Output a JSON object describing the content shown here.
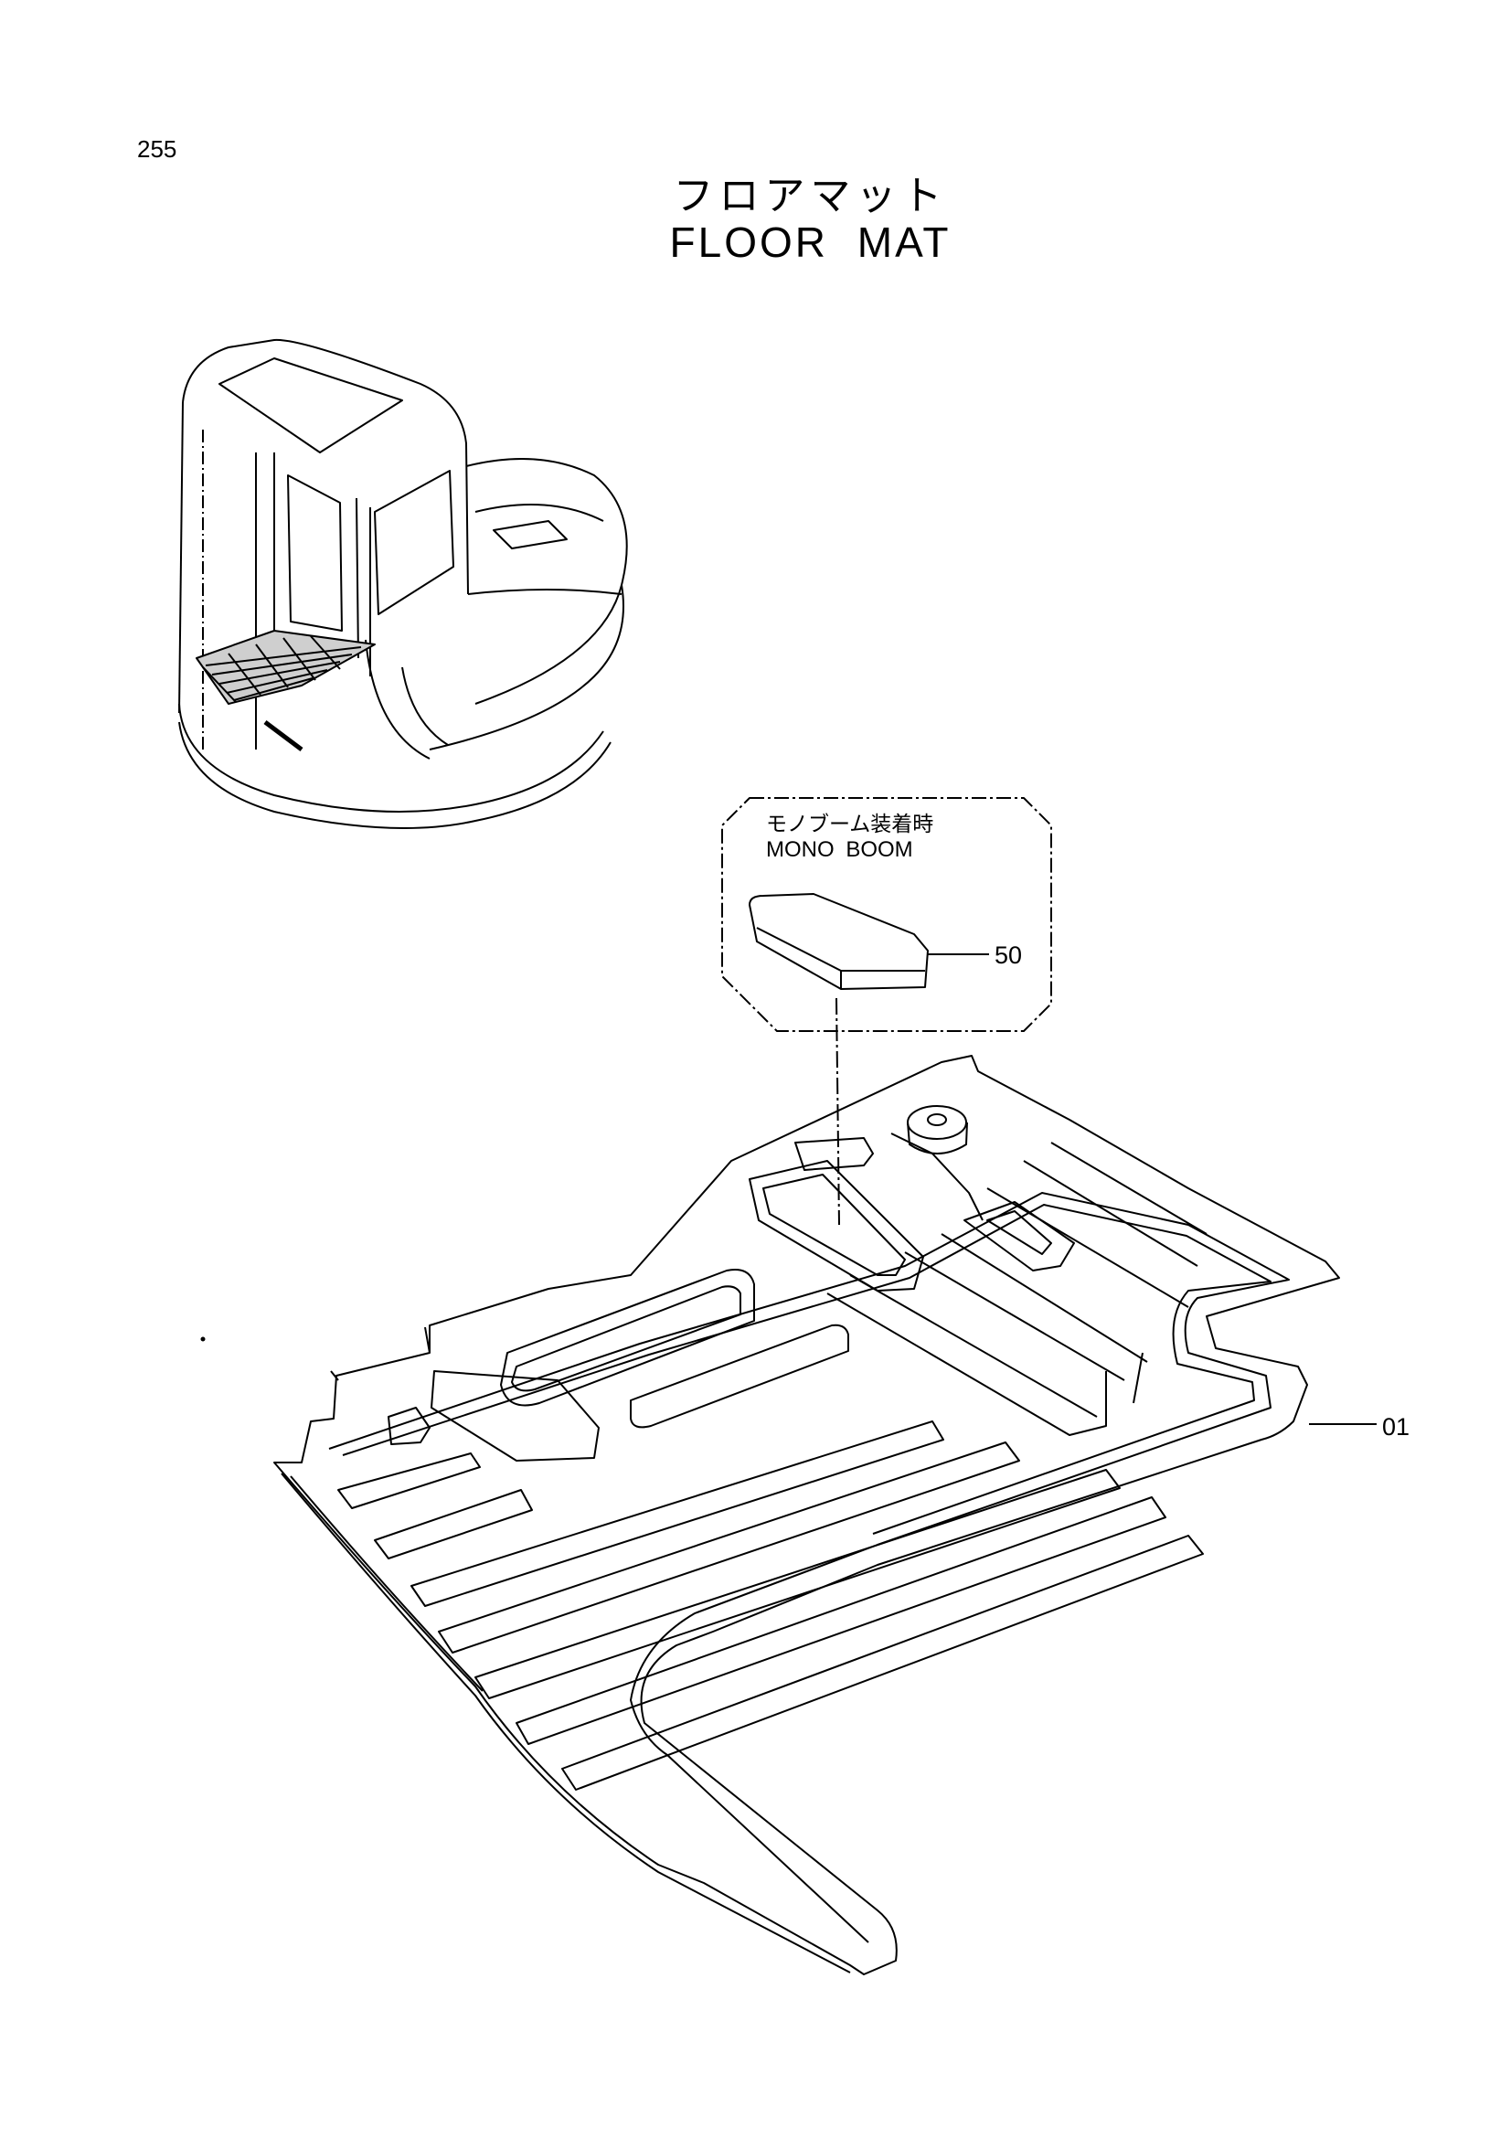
{
  "page": {
    "number": "255"
  },
  "title": {
    "japanese": "フロアマット",
    "english": "FLOOR MAT"
  },
  "inset": {
    "caption_japanese": "モノブーム装着時",
    "caption_english": "MONO BOOM"
  },
  "callouts": [
    {
      "part_no": "50"
    },
    {
      "part_no": "01"
    }
  ]
}
